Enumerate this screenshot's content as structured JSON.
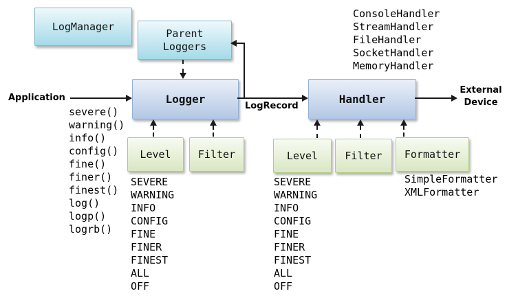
{
  "diagram": {
    "title_semantic": "Java util logging architecture",
    "boxes": {
      "log_manager": "LogManager",
      "parent_loggers": [
        "Parent",
        "Loggers"
      ],
      "logger": "Logger",
      "handler": "Handler",
      "logger_level": "Level",
      "logger_filter": "Filter",
      "handler_level": "Level",
      "handler_filter": "Filter",
      "handler_formatter": "Formatter"
    },
    "labels": {
      "application": "Application",
      "log_record": "LogRecord",
      "external_device": [
        "External",
        "Device"
      ]
    },
    "lists": {
      "logger_methods": [
        "severe()",
        "warning()",
        "info()",
        "config()",
        "fine()",
        "finer()",
        "finest()",
        "log()",
        "logp()",
        "logrb()"
      ],
      "logger_levels": [
        "SEVERE",
        "WARNING",
        "INFO",
        "CONFIG",
        "FINE",
        "FINER",
        "FINEST",
        "ALL",
        "OFF"
      ],
      "handler_levels": [
        "SEVERE",
        "WARNING",
        "INFO",
        "CONFIG",
        "FINE",
        "FINER",
        "FINEST",
        "ALL",
        "OFF"
      ],
      "handler_types": [
        "ConsoleHandler",
        "StreamHandler",
        "FileHandler",
        "SocketHandler",
        "MemoryHandler"
      ],
      "formatter_types": [
        "SimpleFormatter",
        "XMLFormatter"
      ]
    },
    "colors": {
      "cyan_box_top": "#eef9fc",
      "cyan_box_bottom": "#a4dae8",
      "cyan_border": "#7db9cb",
      "blue_box_top": "#eaf0f9",
      "blue_box_bottom": "#b3c7e4",
      "blue_border": "#94b0d4",
      "green_box_top": "#f7fbf1",
      "green_box_bottom": "#d9e7c2",
      "green_border": "#b2c98e",
      "line": "#1a1a1a",
      "text": "#000000",
      "background": "#ffffff"
    }
  }
}
